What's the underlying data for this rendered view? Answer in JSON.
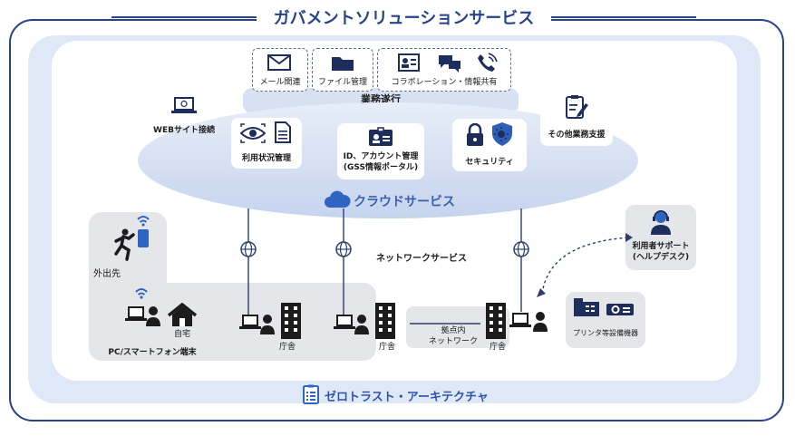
{
  "header": {
    "title": "ガバメントソリューションサービス"
  },
  "business": {
    "title": "業務遂行",
    "mail": "メール関連",
    "file": "ファイル管理",
    "collab": "コラボレーション・情報共有"
  },
  "services": {
    "web": "WEBサイト接続",
    "usage": "利用状況管理",
    "id_line1": "ID、アカウント管理",
    "id_line2": "(GSS情報ポータル)",
    "security": "セキュリティ",
    "other": "その他業務支援"
  },
  "cloud": {
    "label": "クラウドサービス"
  },
  "network": {
    "label": "ネットワークサービス"
  },
  "helpdesk": {
    "line1": "利用者サポート",
    "line2": "(ヘルプデスク)"
  },
  "printer": {
    "label": "プリンタ等設備機器"
  },
  "sites": {
    "outside": "外出先",
    "home": "自宅",
    "device": "PC/スマートフォン端末",
    "office1": "庁舎",
    "office2": "庁舎",
    "office3": "庁舎",
    "intranet_line1": "拠点内",
    "intranet_line2": "ネットワーク"
  },
  "footer": {
    "label": "ゼロトラスト・アーキテクチャ"
  },
  "colors": {
    "frame": "#28438a",
    "panel": "#dfe8f6",
    "cloud": "#5d83c7",
    "ink": "#1e2e5c"
  }
}
